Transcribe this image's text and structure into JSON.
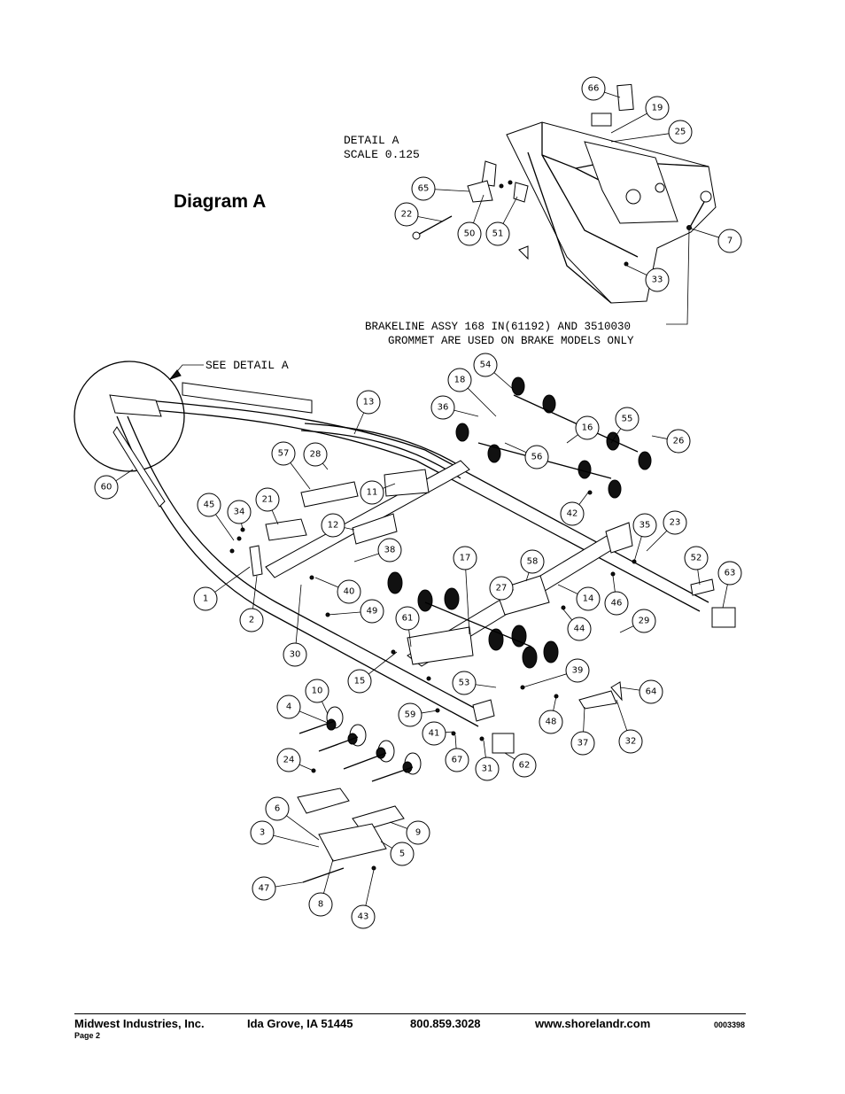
{
  "diagram": {
    "title": "Diagram A",
    "detail_label_line1": "DETAIL  A",
    "detail_label_line2": "SCALE  0.125",
    "see_detail": "SEE DETAIL  A",
    "brake_note_line1": "BRAKELINE ASSY 168 IN(61192) AND 3510030",
    "brake_note_line2": "GROMMET ARE USED ON BRAKE MODELS ONLY",
    "callouts": [
      "66",
      "19",
      "25",
      "65",
      "22",
      "50",
      "51",
      "7",
      "33",
      "13",
      "18",
      "54",
      "36",
      "16",
      "55",
      "26",
      "56",
      "60",
      "57",
      "28",
      "11",
      "21",
      "45",
      "34",
      "12",
      "42",
      "35",
      "23",
      "52",
      "63",
      "38",
      "1",
      "2",
      "40",
      "49",
      "17",
      "58",
      "27",
      "14",
      "46",
      "29",
      "44",
      "30",
      "61",
      "15",
      "53",
      "39",
      "64",
      "10",
      "4",
      "59",
      "41",
      "48",
      "37",
      "32",
      "24",
      "67",
      "31",
      "62",
      "6",
      "3",
      "9",
      "5",
      "47",
      "8",
      "43"
    ]
  },
  "footer": {
    "company": "Midwest Industries, Inc.",
    "location": "Ida Grove, IA  51445",
    "phone": "800.859.3028",
    "website": "www.shorelandr.com",
    "doc_number": "0003398",
    "page": "Page 2"
  }
}
